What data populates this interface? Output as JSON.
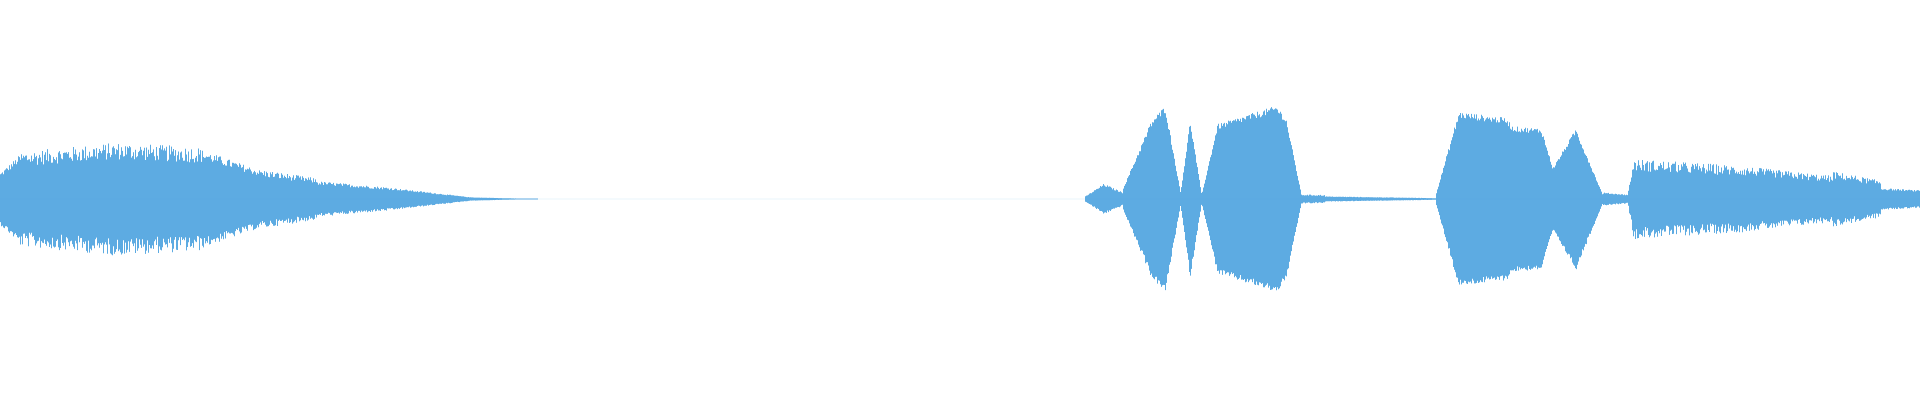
{
  "waveform": {
    "color": "#5dabe2",
    "background": "#ffffff",
    "segments": [
      {
        "start": 0.0,
        "end": 0.01,
        "amp_start": 0.12,
        "amp_end": 0.2,
        "jitter": 0.1
      },
      {
        "start": 0.01,
        "end": 0.06,
        "amp_start": 0.2,
        "amp_end": 0.24,
        "jitter": 0.18
      },
      {
        "start": 0.06,
        "end": 0.105,
        "amp_start": 0.24,
        "amp_end": 0.22,
        "jitter": 0.18
      },
      {
        "start": 0.105,
        "end": 0.135,
        "amp_start": 0.22,
        "amp_end": 0.13,
        "jitter": 0.12
      },
      {
        "start": 0.135,
        "end": 0.165,
        "amp_start": 0.13,
        "amp_end": 0.09,
        "jitter": 0.15
      },
      {
        "start": 0.165,
        "end": 0.205,
        "amp_start": 0.08,
        "amp_end": 0.05,
        "jitter": 0.12
      },
      {
        "start": 0.205,
        "end": 0.245,
        "amp_start": 0.05,
        "amp_end": 0.008,
        "jitter": 0.1
      },
      {
        "start": 0.245,
        "end": 0.28,
        "amp_start": 0.008,
        "amp_end": 0.0,
        "jitter": 0.05
      },
      {
        "start": 0.28,
        "end": 0.565,
        "amp_start": 0.0,
        "amp_end": 0.0,
        "jitter": 0.0
      },
      {
        "start": 0.565,
        "end": 0.575,
        "amp_start": 0.01,
        "amp_end": 0.07,
        "jitter": 0.1
      },
      {
        "start": 0.575,
        "end": 0.585,
        "amp_start": 0.07,
        "amp_end": 0.03,
        "jitter": 0.1
      },
      {
        "start": 0.585,
        "end": 0.6,
        "amp_start": 0.05,
        "amp_end": 0.38,
        "jitter": 0.05
      },
      {
        "start": 0.6,
        "end": 0.607,
        "amp_start": 0.38,
        "amp_end": 0.45,
        "jitter": 0.04
      },
      {
        "start": 0.607,
        "end": 0.615,
        "amp_start": 0.45,
        "amp_end": 0.03,
        "jitter": 0.04
      },
      {
        "start": 0.615,
        "end": 0.62,
        "amp_start": 0.03,
        "amp_end": 0.38,
        "jitter": 0.04
      },
      {
        "start": 0.62,
        "end": 0.626,
        "amp_start": 0.38,
        "amp_end": 0.02,
        "jitter": 0.04
      },
      {
        "start": 0.626,
        "end": 0.634,
        "amp_start": 0.02,
        "amp_end": 0.35,
        "jitter": 0.04
      },
      {
        "start": 0.634,
        "end": 0.665,
        "amp_start": 0.36,
        "amp_end": 0.45,
        "jitter": 0.04
      },
      {
        "start": 0.665,
        "end": 0.67,
        "amp_start": 0.45,
        "amp_end": 0.39,
        "jitter": 0.04
      },
      {
        "start": 0.67,
        "end": 0.678,
        "amp_start": 0.39,
        "amp_end": 0.02,
        "jitter": 0.04
      },
      {
        "start": 0.678,
        "end": 0.69,
        "amp_start": 0.02,
        "amp_end": 0.018,
        "jitter": 0.15
      },
      {
        "start": 0.69,
        "end": 0.748,
        "amp_start": 0.012,
        "amp_end": 0.004,
        "jitter": 0.1
      },
      {
        "start": 0.748,
        "end": 0.76,
        "amp_start": 0.02,
        "amp_end": 0.42,
        "jitter": 0.05
      },
      {
        "start": 0.76,
        "end": 0.785,
        "amp_start": 0.42,
        "amp_end": 0.39,
        "jitter": 0.04
      },
      {
        "start": 0.785,
        "end": 0.788,
        "amp_start": 0.39,
        "amp_end": 0.35,
        "jitter": 0.04
      },
      {
        "start": 0.788,
        "end": 0.803,
        "amp_start": 0.35,
        "amp_end": 0.34,
        "jitter": 0.04
      },
      {
        "start": 0.803,
        "end": 0.809,
        "amp_start": 0.34,
        "amp_end": 0.15,
        "jitter": 0.04
      },
      {
        "start": 0.809,
        "end": 0.821,
        "amp_start": 0.15,
        "amp_end": 0.34,
        "jitter": 0.04
      },
      {
        "start": 0.821,
        "end": 0.835,
        "amp_start": 0.34,
        "amp_end": 0.02,
        "jitter": 0.05
      },
      {
        "start": 0.835,
        "end": 0.848,
        "amp_start": 0.03,
        "amp_end": 0.02,
        "jitter": 0.1
      },
      {
        "start": 0.848,
        "end": 0.851,
        "amp_start": 0.02,
        "amp_end": 0.17,
        "jitter": 0.15
      },
      {
        "start": 0.851,
        "end": 0.91,
        "amp_start": 0.17,
        "amp_end": 0.14,
        "jitter": 0.18
      },
      {
        "start": 0.91,
        "end": 0.955,
        "amp_start": 0.14,
        "amp_end": 0.1,
        "jitter": 0.16
      },
      {
        "start": 0.955,
        "end": 0.98,
        "amp_start": 0.12,
        "amp_end": 0.08,
        "jitter": 0.16
      },
      {
        "start": 0.98,
        "end": 1.0,
        "amp_start": 0.05,
        "amp_end": 0.04,
        "jitter": 0.1
      }
    ]
  }
}
